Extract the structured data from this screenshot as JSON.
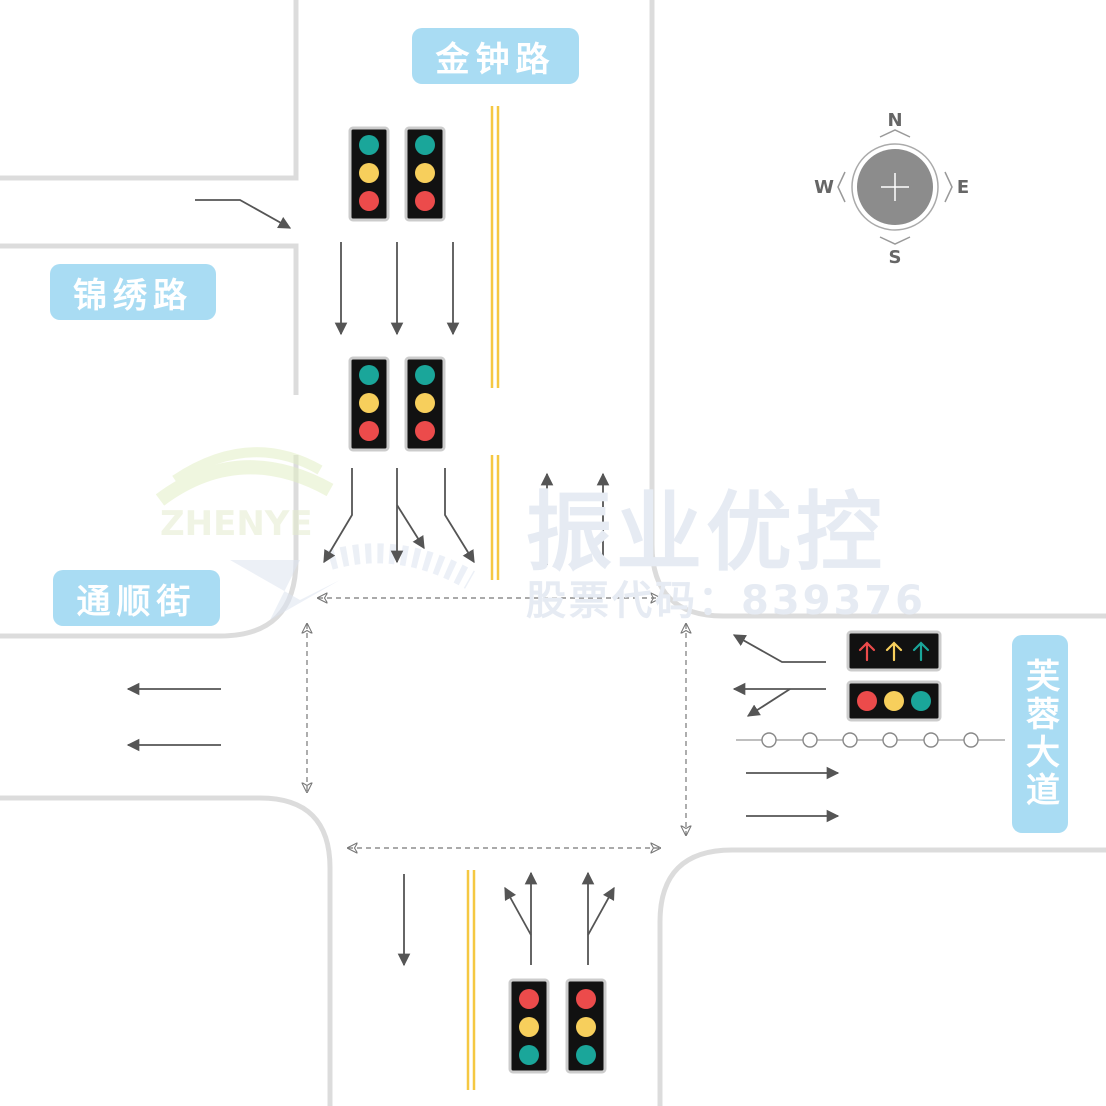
{
  "roads": {
    "north": "金钟路",
    "west_upper": "锦绣路",
    "west_lower": "通顺街",
    "east": "芙蓉大道"
  },
  "compass": {
    "north": "N",
    "south": "S",
    "east": "E",
    "west": "W"
  },
  "watermark": {
    "brand": "振业优控",
    "stock": "股票代码：839376",
    "logo": "ZHENYE"
  },
  "colors": {
    "road_label_bg": "#a9dcf3",
    "lane_line": "#f5c842",
    "curb": "#dcdcdc",
    "arrow": "#555555",
    "signal_green": "#1aa69a",
    "signal_yellow": "#f7cf5c",
    "signal_red": "#ec4b4b"
  }
}
